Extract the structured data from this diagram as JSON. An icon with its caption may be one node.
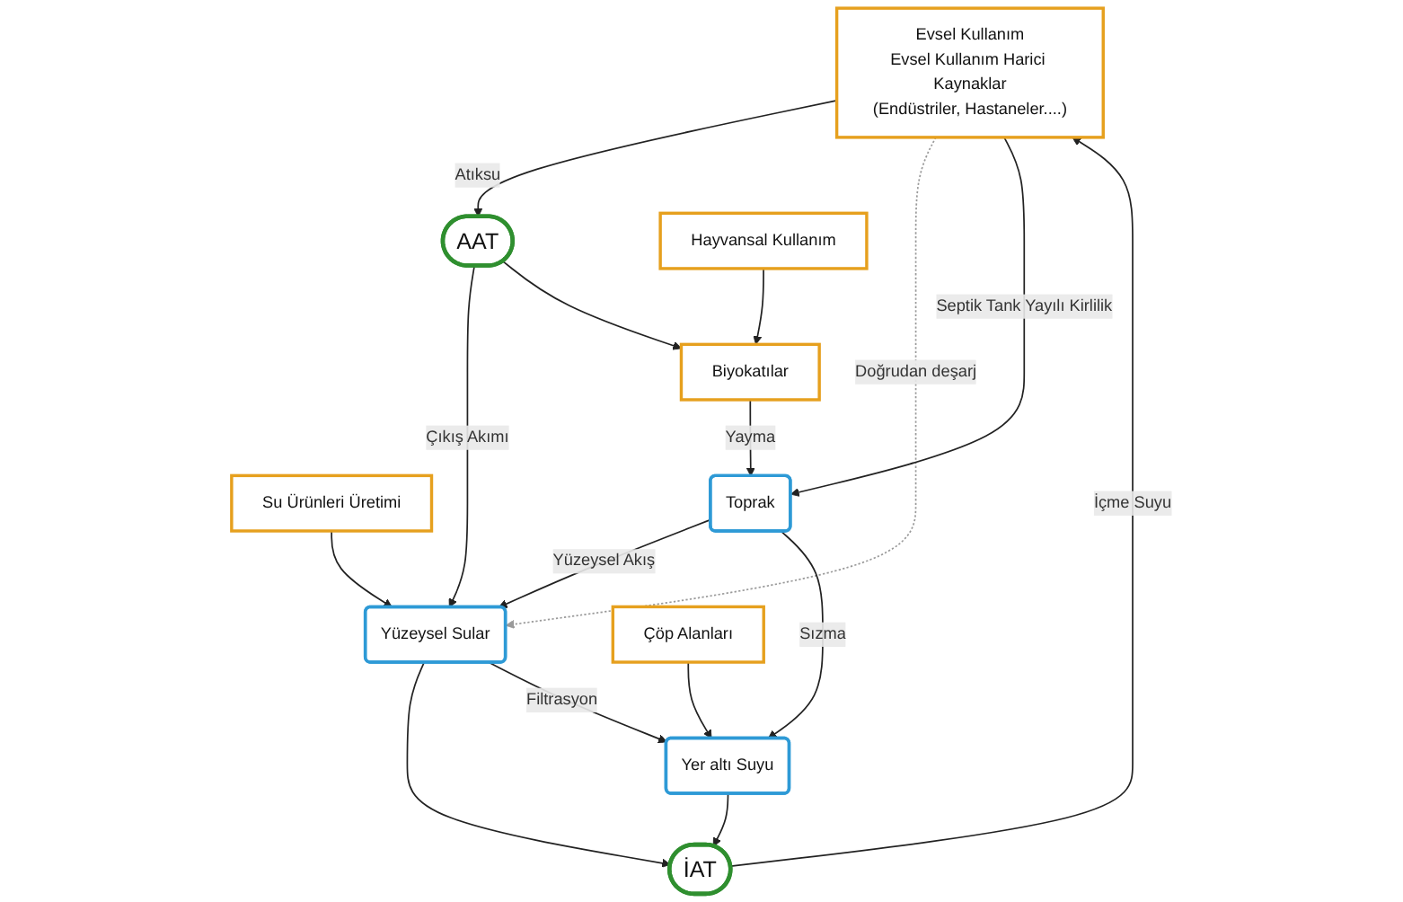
{
  "diagram": {
    "nodes": [
      {
        "text": [
          "Evsel Kullanım",
          "Evsel Kullanım Harici Kaynaklar",
          "(Endüstriler, Hastaneler....)"
        ]
      },
      {
        "text": [
          "İAT"
        ]
      },
      {
        "text": [
          "AAT"
        ]
      },
      {
        "text": [
          "Su Ürünleri Üretimi"
        ]
      },
      {
        "text": [
          "Hayvansal Kullanım"
        ]
      },
      {
        "text": [
          "Yüzeysel Sular"
        ]
      },
      {
        "text": [
          "Biyokatılar"
        ]
      },
      {
        "text": [
          "Yer altı Suyu"
        ]
      },
      {
        "text": [
          "Toprak"
        ]
      },
      {
        "text": [
          "Çöp Alanları"
        ]
      }
    ],
    "edges": [
      {
        "from": 1,
        "to": 0,
        "arrow": "to",
        "label": "İçme Suyu"
      },
      {
        "from": 0,
        "to": 2,
        "arrow": "to",
        "label": "Atıksu"
      },
      {
        "from": 0,
        "to": 5,
        "arrow": "to",
        "label": "Doğrudan deşarj",
        "style": "dashed",
        "color": "#9a9a9a"
      },
      {
        "from": 0,
        "to": 8,
        "arrow": "to",
        "label": "Septik Tank Yayılı Kirlilik"
      },
      {
        "from": 2,
        "to": 5,
        "arrow": "to",
        "label": "Çıkış Akımı"
      },
      {
        "from": 2,
        "to": 6,
        "arrow": "to"
      },
      {
        "from": 3,
        "to": 5,
        "arrow": "to"
      },
      {
        "from": 4,
        "to": 6,
        "arrow": "to"
      },
      {
        "from": 6,
        "to": 8,
        "arrow": "to",
        "label": "Yayma"
      },
      {
        "from": 8,
        "to": 5,
        "arrow": "to",
        "label": "Yüzeysel Akış"
      },
      {
        "from": 8,
        "to": 7,
        "arrow": "to",
        "label": "Sızma"
      },
      {
        "from": 9,
        "to": 7,
        "arrow": "to"
      },
      {
        "from": 7,
        "to": 1,
        "arrow": "to"
      },
      {
        "from": 5,
        "to": 1,
        "arrow": "to"
      },
      {
        "from": 5,
        "to": 7,
        "arrow": "to",
        "label": "Filtrasyon"
      }
    ]
  }
}
